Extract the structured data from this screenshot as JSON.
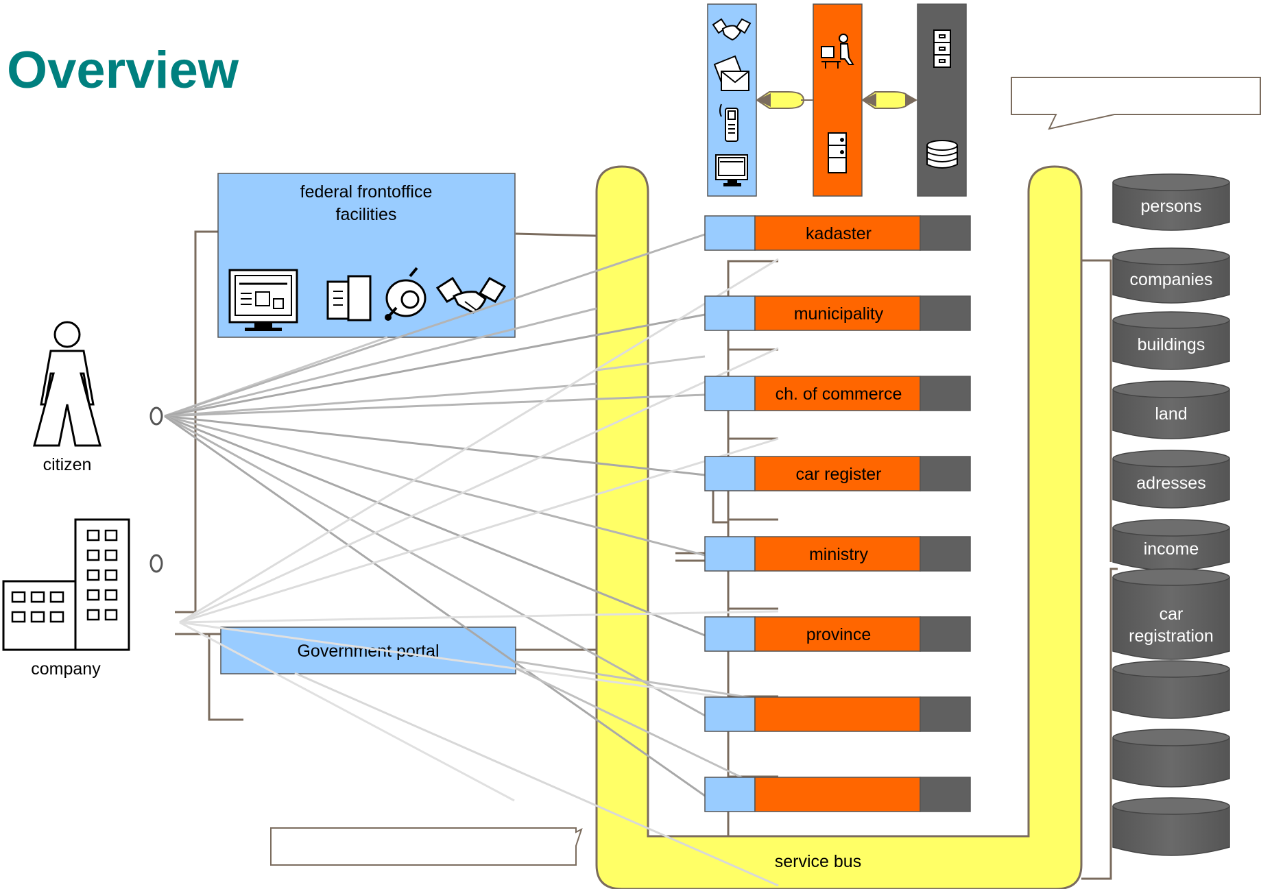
{
  "title": "Overview",
  "actors": {
    "citizen": "citizen",
    "company": "company"
  },
  "frontoffice": {
    "label_line1": "federal frontoffice",
    "label_line2": "facilities",
    "icons": [
      "monitor-icon",
      "folder-icon",
      "headset-icon",
      "handshake-icon"
    ]
  },
  "portal": {
    "label": "Government portal"
  },
  "bus": {
    "label": "service bus"
  },
  "legend_columns": {
    "left_icons": [
      "handshake-icon",
      "letter-icon",
      "mobile-phone-icon",
      "monitor-icon"
    ],
    "middle_icons": [
      "office-worker-icon",
      "server-icon"
    ],
    "right_icons": [
      "filing-cabinet-icon",
      "database-icon"
    ]
  },
  "services": [
    "kadaster",
    "municipality",
    "ch. of commerce",
    "car register",
    "ministry",
    "province",
    "",
    ""
  ],
  "databases": [
    "persons",
    "companies",
    "buildings",
    "land",
    "adresses",
    "income",
    "car registration",
    "",
    "",
    ""
  ],
  "colors": {
    "title": "#00807f",
    "frontoffice": "#99ccff",
    "service": "#ff6600",
    "backend": "#606060",
    "bus": "#ffff66",
    "database": "#5f5f5f",
    "line": "#7a6b5d",
    "connector": "#cccccc"
  }
}
